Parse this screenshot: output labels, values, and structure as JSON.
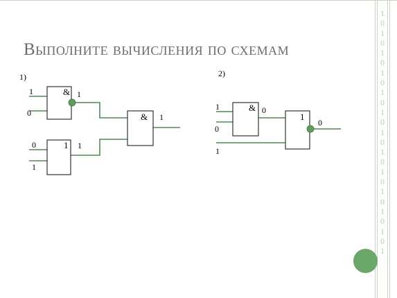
{
  "title": "Выполните вычисления по схемам",
  "side_digits": [
    "1",
    "0",
    "1",
    "0",
    "1",
    "0",
    "1",
    "0",
    "1",
    "0",
    "1",
    "0",
    "1",
    "0",
    "1",
    "0",
    "1",
    "0",
    "1",
    "0",
    "1",
    "0",
    "1",
    "0",
    "1"
  ],
  "scheme1": {
    "label": "1)",
    "gate_and_top": {
      "symbol": "&",
      "in_top": "1",
      "in_bottom": "0",
      "out": "1"
    },
    "gate_or_bottom": {
      "symbol": "1",
      "in_top": "0",
      "in_bottom": "1",
      "out": "1"
    },
    "gate_and_final": {
      "symbol": "&",
      "out": "1"
    }
  },
  "scheme2": {
    "label": "2)",
    "gate_and": {
      "symbol": "&",
      "in_top": "1",
      "in_bottom": "0",
      "out": "0"
    },
    "gate_or_final": {
      "symbol": "1",
      "in_extra": "1",
      "out": "0"
    }
  },
  "colors": {
    "wire": "#4d8a4d",
    "gate_border": "#333333",
    "inverter_dot": "#5f9a5f",
    "accent_circle": "#6aa86a",
    "frame": "#c7d6c0",
    "digits": "#b9c8af",
    "title": "#6b6b6b"
  }
}
